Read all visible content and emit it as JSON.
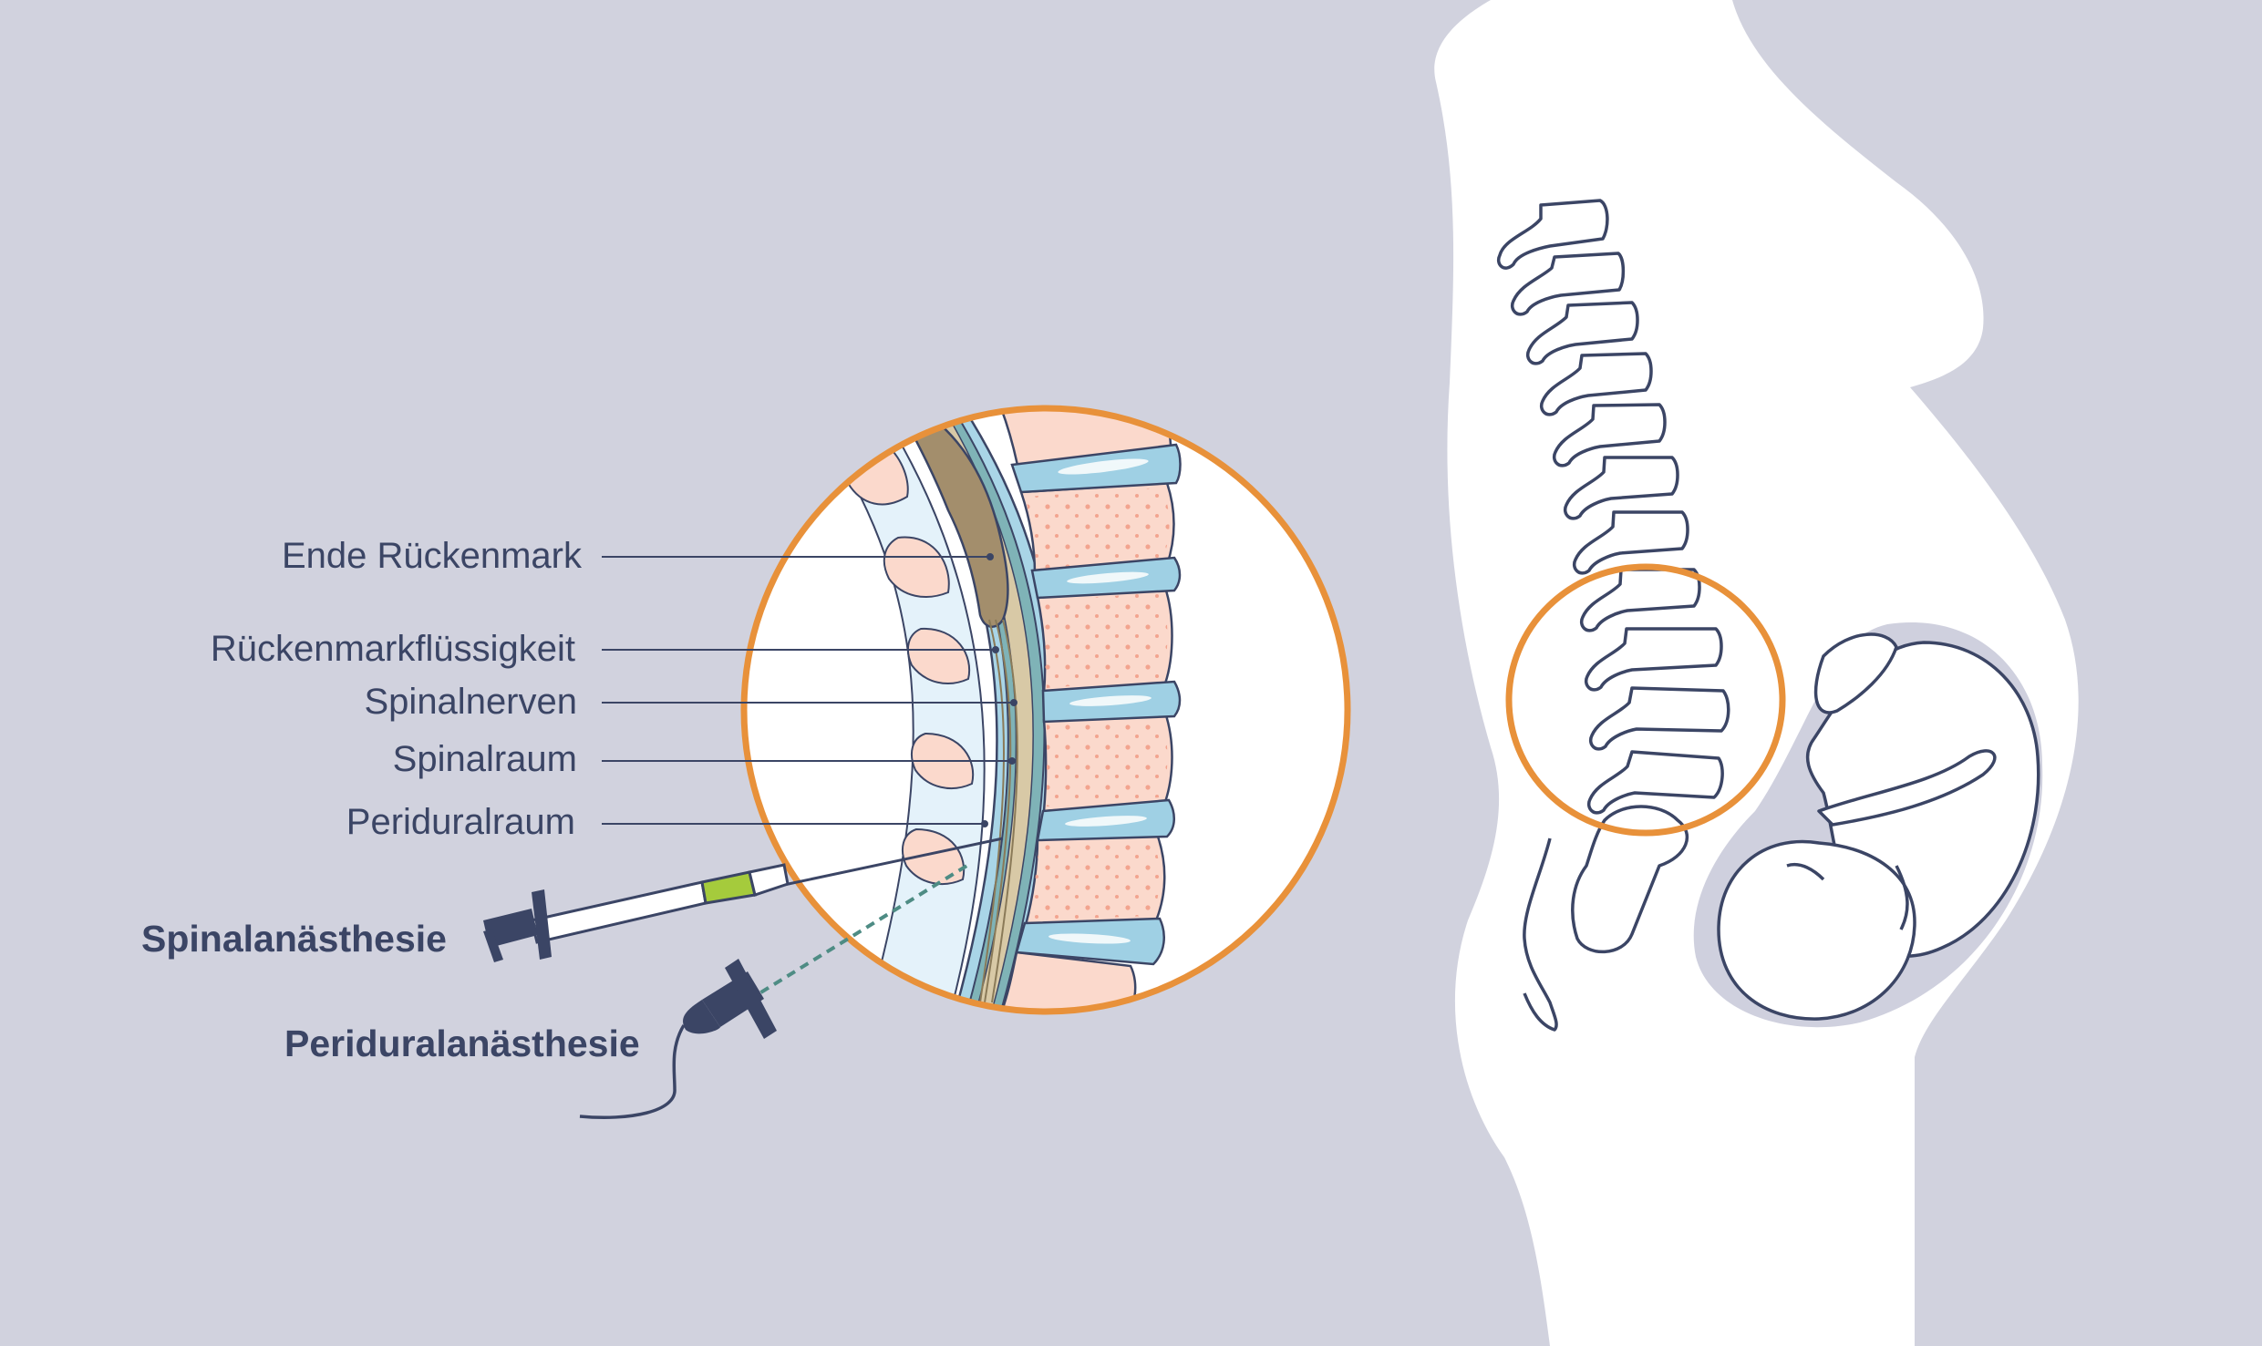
{
  "labels": {
    "conus": "Ende Rückenmark",
    "csf": "Rückenmarkflüssigkeit",
    "nerves": "Spinalnerven",
    "spinal_space": "Spinalraum",
    "epidural_space": "Periduralraum",
    "spinal_anesthesia": "Spinalanästhesie",
    "epidural_anesthesia": "Periduralanästhesie"
  },
  "colors": {
    "background": "#d1d2de",
    "silhouette": "#ffffff",
    "outline": "#3b4565",
    "highlight_ring": "#e8913a",
    "vertebra": "#fbd9cc",
    "disc": "#9fd0e4",
    "spinal_cord": "#a38e6c",
    "needle_hub": "#a5cb3c"
  },
  "icons": {
    "syringe": "syringe-icon",
    "epidural_catheter": "epidural-catheter-icon"
  }
}
